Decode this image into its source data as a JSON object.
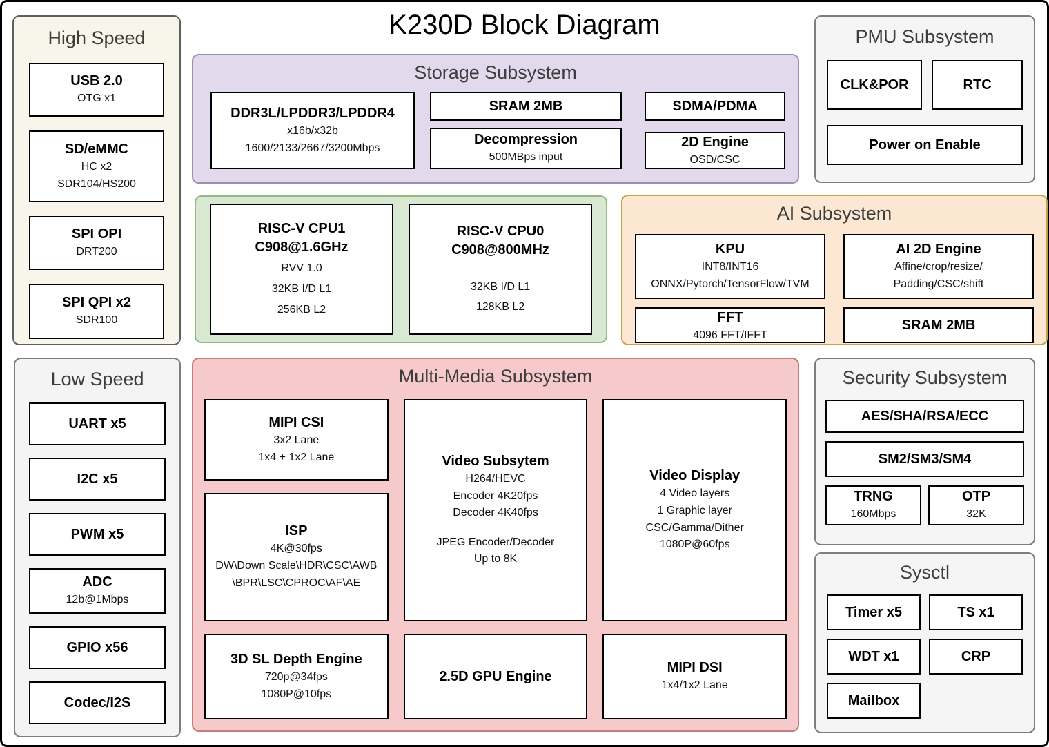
{
  "title": "K230D Block Diagram",
  "colors": {
    "storage_fill": "#e3d9ed",
    "storage_border": "#9e8cb4",
    "cpu_fill": "#d8e8d2",
    "cpu_border": "#94b97f",
    "ai_fill": "#fce8d2",
    "ai_border": "#c5a146",
    "multimedia_fill": "#f6caca",
    "multimedia_border": "#c47d7b",
    "high_speed_fill": "#f8f5ea",
    "gray_fill": "#f5f5f5",
    "box_fill": "#ffffff",
    "box_border": "#000000"
  },
  "groups": {
    "high_speed": {
      "title": "High Speed",
      "boxes": [
        {
          "title": "USB 2.0",
          "lines": [
            "OTG x1"
          ]
        },
        {
          "title": "SD/eMMC",
          "lines": [
            "HC x2",
            "SDR104/HS200"
          ]
        },
        {
          "title": "SPI OPI",
          "lines": [
            "DRT200"
          ]
        },
        {
          "title": "SPI QPI x2",
          "lines": [
            "SDR100"
          ]
        }
      ]
    },
    "storage": {
      "title": "Storage Subsystem",
      "ddr": {
        "title": "DDR3L/LPDDR3/LPDDR4",
        "lines": [
          "x16b/x32b",
          "1600/2133/2667/3200Mbps"
        ]
      },
      "sram": {
        "title": "SRAM 2MB"
      },
      "decompression": {
        "title": "Decompression",
        "lines": [
          "500MBps input"
        ]
      },
      "sdma": {
        "title": "SDMA/PDMA"
      },
      "engine_2d": {
        "title": "2D Engine",
        "lines": [
          "OSD/CSC"
        ]
      }
    },
    "pmu": {
      "title": "PMU Subsystem",
      "boxes": [
        {
          "title": "CLK&POR"
        },
        {
          "title": "RTC"
        },
        {
          "title": "Power on Enable"
        }
      ]
    },
    "cpu": {
      "cpu1": {
        "title1": "RISC-V CPU1",
        "title2": "C908@1.6GHz",
        "lines": [
          "RVV 1.0",
          "32KB I/D L1",
          "256KB L2"
        ]
      },
      "cpu0": {
        "title1": "RISC-V CPU0",
        "title2": "C908@800MHz",
        "lines": [
          "",
          "32KB I/D L1",
          "128KB L2"
        ]
      }
    },
    "ai": {
      "title": "AI Subsystem",
      "kpu": {
        "title": "KPU",
        "lines": [
          "INT8/INT16",
          "ONNX/Pytorch/TensorFlow/TVM"
        ]
      },
      "ai_2d": {
        "title": "AI 2D Engine",
        "lines": [
          "Affine/crop/resize/",
          "Padding/CSC/shift"
        ]
      },
      "fft": {
        "title": "FFT",
        "lines": [
          "4096 FFT/IFFT"
        ]
      },
      "sram": {
        "title": "SRAM 2MB"
      }
    },
    "low_speed": {
      "title": "Low Speed",
      "boxes": [
        {
          "title": "UART x5"
        },
        {
          "title": "I2C x5"
        },
        {
          "title": "PWM x5"
        },
        {
          "title": "ADC",
          "lines": [
            "12b@1Mbps"
          ]
        },
        {
          "title": "GPIO x56"
        },
        {
          "title": "Codec/I2S"
        }
      ]
    },
    "multimedia": {
      "title": "Multi-Media Subsystem",
      "mipi_csi": {
        "title": "MIPI CSI",
        "lines": [
          "3x2 Lane",
          "1x4 + 1x2 Lane"
        ]
      },
      "isp": {
        "title": "ISP",
        "lines": [
          "4K@30fps",
          "DW\\Down Scale\\HDR\\CSC\\AWB",
          "\\BPR\\LSC\\CPROC\\AF\\AE"
        ]
      },
      "depth_engine": {
        "title": "3D SL Depth Engine",
        "lines": [
          "720p@34fps",
          "1080P@10fps"
        ]
      },
      "video_subsystem": {
        "title": "Video Subsytem",
        "lines": [
          "H264/HEVC",
          "Encoder 4K20fps",
          "Decoder 4K40fps",
          "",
          "JPEG Encoder/Decoder",
          "Up to 8K"
        ]
      },
      "gpu": {
        "title": "2.5D GPU Engine"
      },
      "video_display": {
        "title": "Video Display",
        "lines": [
          "4 Video layers",
          "1 Graphic layer",
          "CSC/Gamma/Dither",
          "1080P@60fps"
        ]
      },
      "mipi_dsi": {
        "title": "MIPI DSI",
        "lines": [
          "1x4/1x2 Lane"
        ]
      }
    },
    "security": {
      "title": "Security Subsystem",
      "aes": {
        "title": "AES/SHA/RSA/ECC"
      },
      "sm": {
        "title": "SM2/SM3/SM4"
      },
      "trng": {
        "title": "TRNG",
        "lines": [
          "160Mbps"
        ]
      },
      "otp": {
        "title": "OTP",
        "lines": [
          "32K"
        ]
      }
    },
    "sysctl": {
      "title": "Sysctl",
      "boxes": [
        {
          "title": "Timer x5"
        },
        {
          "title": "TS x1"
        },
        {
          "title": "WDT x1"
        },
        {
          "title": "CRP"
        },
        {
          "title": "Mailbox"
        }
      ]
    }
  }
}
